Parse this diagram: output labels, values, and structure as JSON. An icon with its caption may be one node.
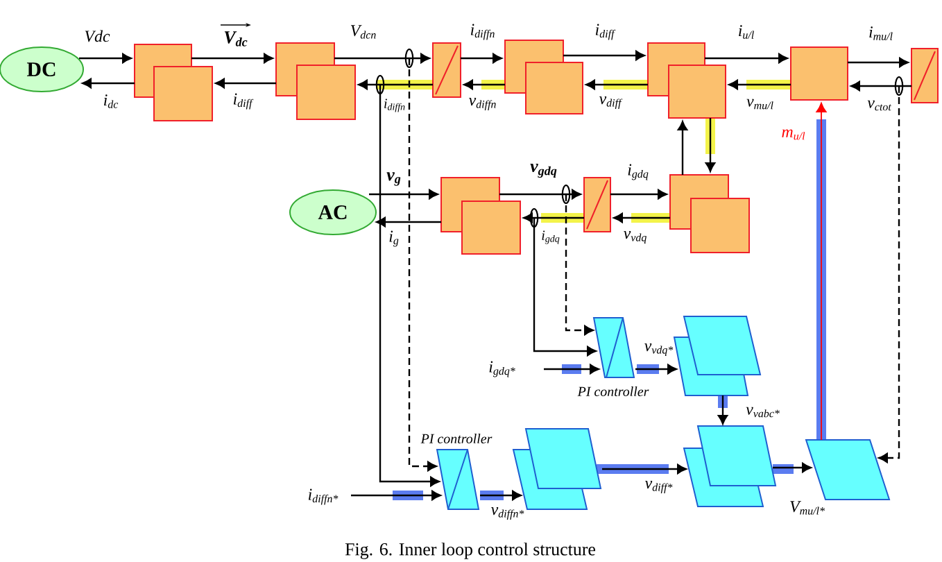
{
  "diagram": {
    "caption": "Fig. 6. Inner loop control structure",
    "nodes": [
      {
        "text": [
          "DC"
        ]
      },
      {
        "text": [],
        "shape": "box"
      },
      {
        "text": [],
        "shape": "box"
      },
      {
        "text": [],
        "shape": "box"
      },
      {
        "text": [],
        "shape": "box"
      },
      {
        "text": [],
        "shape": "box"
      },
      {
        "text": [],
        "shape": "box"
      },
      {
        "text": [],
        "shape": "box"
      },
      {
        "text": [
          "AC"
        ]
      },
      {
        "text": [],
        "shape": "box"
      },
      {
        "text": [],
        "shape": "box"
      },
      {
        "text": [],
        "shape": "box"
      },
      {
        "text": [],
        "shape": "parallelogram",
        "beside": [
          "PI controller"
        ]
      },
      {
        "text": [],
        "shape": "parallelogram"
      },
      {
        "text": [],
        "shape": "parallelogram",
        "beside": [
          "PI controller"
        ]
      },
      {
        "text": [],
        "shape": "parallelogram"
      },
      {
        "text": [],
        "shape": "parallelogram"
      },
      {
        "text": [],
        "shape": "parallelogram"
      }
    ],
    "edges": [
      {
        "from": 0,
        "to": 1,
        "arrow": "to",
        "label": "Vdc"
      },
      {
        "from": 1,
        "to": 0,
        "arrow": "to",
        "label": "i$_{dc}$"
      },
      {
        "from": 1,
        "to": 2,
        "arrow": "to",
        "label": "V$_{dc}$"
      },
      {
        "from": 2,
        "to": 1,
        "arrow": "to",
        "label": "i$_{diff}$"
      },
      {
        "from": 2,
        "to": 3,
        "arrow": "to",
        "label": "V$_{dcn}$"
      },
      {
        "from": 3,
        "to": 2,
        "arrow": "to",
        "label": "i$_{diffn}$"
      },
      {
        "from": 3,
        "to": 4,
        "arrow": "to",
        "label": "i$_{diffn}$"
      },
      {
        "from": 4,
        "to": 3,
        "arrow": "to",
        "label": "v$_{diffn}$"
      },
      {
        "from": 4,
        "to": 5,
        "arrow": "to",
        "label": "i$_{diff}$"
      },
      {
        "from": 5,
        "to": 4,
        "arrow": "to",
        "label": "v$_{diff}$"
      },
      {
        "from": 5,
        "to": 6,
        "arrow": "to",
        "label": "i$_{u/l}$"
      },
      {
        "from": 6,
        "to": 5,
        "arrow": "to",
        "label": "v$_{mu/l}$"
      },
      {
        "from": 6,
        "to": 7,
        "arrow": "to",
        "label": "i$_{mu/l}$"
      },
      {
        "from": 7,
        "to": 6,
        "arrow": "to",
        "label": "v$_{ctot}$"
      },
      {
        "from": 8,
        "to": 9,
        "arrow": "to",
        "label": "v$_{g}$"
      },
      {
        "from": 9,
        "to": 8,
        "arrow": "to",
        "label": "i$_{g}$"
      },
      {
        "from": 9,
        "to": 10,
        "arrow": "to",
        "label": "v$_{gdq}$"
      },
      {
        "from": 10,
        "to": 9,
        "arrow": "to",
        "label": "i$_{gdq}$"
      },
      {
        "from": 10,
        "to": 11,
        "arrow": "to",
        "label": "i$_{gdq}$"
      },
      {
        "from": 11,
        "to": 10,
        "arrow": "to",
        "label": "v$_{vdq}$"
      },
      {
        "from": 11,
        "to": 5,
        "arrow": "to"
      },
      {
        "from": 5,
        "to": 11,
        "arrow": "to"
      },
      {
        "from": 7,
        "to": 17,
        "arrow": "to",
        "style": "dashed"
      },
      {
        "from": 2,
        "to": 14,
        "arrow": "to"
      },
      {
        "from": 3,
        "to": 14,
        "arrow": "to",
        "style": "dashed"
      },
      {
        "from": 9,
        "to": 12,
        "arrow": "to"
      },
      {
        "from": 10,
        "to": 12,
        "arrow": "to",
        "style": "dashed"
      },
      {
        "from": null,
        "to": 12,
        "arrow": "to",
        "label": "i$_{gdq*}$"
      },
      {
        "from": null,
        "to": 14,
        "arrow": "to",
        "label": "i$_{diffn*}$"
      },
      {
        "from": 12,
        "to": 13,
        "arrow": "to",
        "label": "v$_{vdq*}$"
      },
      {
        "from": 13,
        "to": 16,
        "arrow": "to",
        "label": "v$_{vabc*}$"
      },
      {
        "from": 14,
        "to": 15,
        "arrow": "to",
        "label": "v$_{diffn*}$"
      },
      {
        "from": 15,
        "to": 16,
        "arrow": "to",
        "label": "v$_{diff*}$"
      },
      {
        "from": 16,
        "to": 17,
        "arrow": "to",
        "label": "V$_{mu/l*}$"
      },
      {
        "from": 17,
        "to": 6,
        "arrow": "to",
        "label": "m$_{u/l}$",
        "color": "#ff0000"
      }
    ]
  }
}
